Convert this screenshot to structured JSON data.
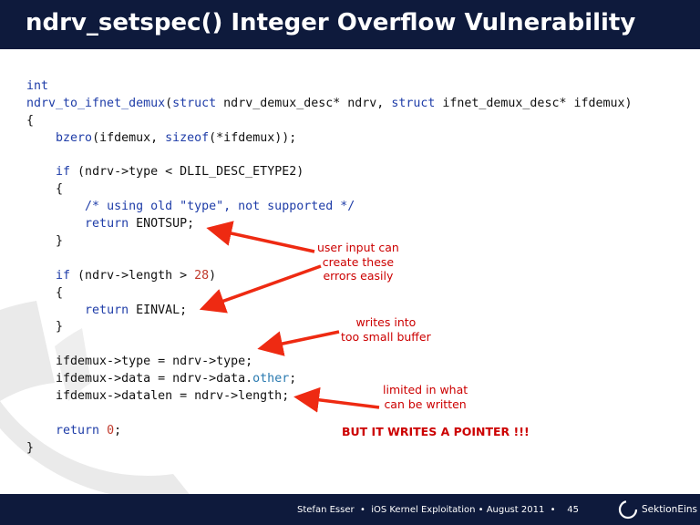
{
  "slide": {
    "title": "ndrv_setspec() Integer Overflow Vulnerability"
  },
  "code": {
    "l1": "int",
    "l2_fn": "ndrv_to_ifnet_demux",
    "l2_a": "(",
    "l2_kw1": "struct",
    "l2_b": " ndrv_demux_desc* ndrv, ",
    "l2_kw2": "struct",
    "l2_c": " ifnet_demux_desc* ifdemux)",
    "l3": "{",
    "l4_pre": "    ",
    "l4_fn": "bzero",
    "l4_a": "(ifdemux, ",
    "l4_kw": "sizeof",
    "l4_b": "(*ifdemux));",
    "l6_pre": "    ",
    "l6_kw": "if",
    "l6_a": " (ndrv->type < DLIL_DESC_ETYPE2)",
    "l7": "    {",
    "l8_pre": "        ",
    "l8_cmt": "/* using old \"type\", not supported */",
    "l9_pre": "        ",
    "l9_kw": "return",
    "l9_a": " ENOTSUP;",
    "l10": "    }",
    "l12_pre": "    ",
    "l12_kw": "if",
    "l12_a": " (ndrv->length > ",
    "l12_num": "28",
    "l12_b": ")",
    "l13": "    {",
    "l14_pre": "        ",
    "l14_kw": "return",
    "l14_a": " EINVAL;",
    "l15": "    }",
    "l17": "    ifdemux->type = ndrv->type;",
    "l18_a": "    ifdemux->data = ndrv->data.",
    "l18_mem": "other",
    "l18_b": ";",
    "l19": "    ifdemux->datalen = ndrv->length;",
    "l21_pre": "    ",
    "l21_kw": "return",
    "l21_a": " ",
    "l21_num": "0",
    "l21_b": ";",
    "l22": "}"
  },
  "annotations": {
    "note1_l1": "user input can",
    "note1_l2": "create these",
    "note1_l3": "errors easily",
    "note2_l1": "writes into",
    "note2_l2": "too small buffer",
    "note3_l1": "limited in what",
    "note3_l2": "can be written",
    "note4": "BUT IT WRITES A POINTER !!!"
  },
  "footer": {
    "text": "Stefan Esser  •  iOS Kernel Exploitation • August 2011  •    45",
    "logo_text": "SektionEins"
  },
  "colors": {
    "bar": "#0e1a3c",
    "keyword": "#1f3da8",
    "number": "#c0392b",
    "annotation": "#cc0000"
  }
}
